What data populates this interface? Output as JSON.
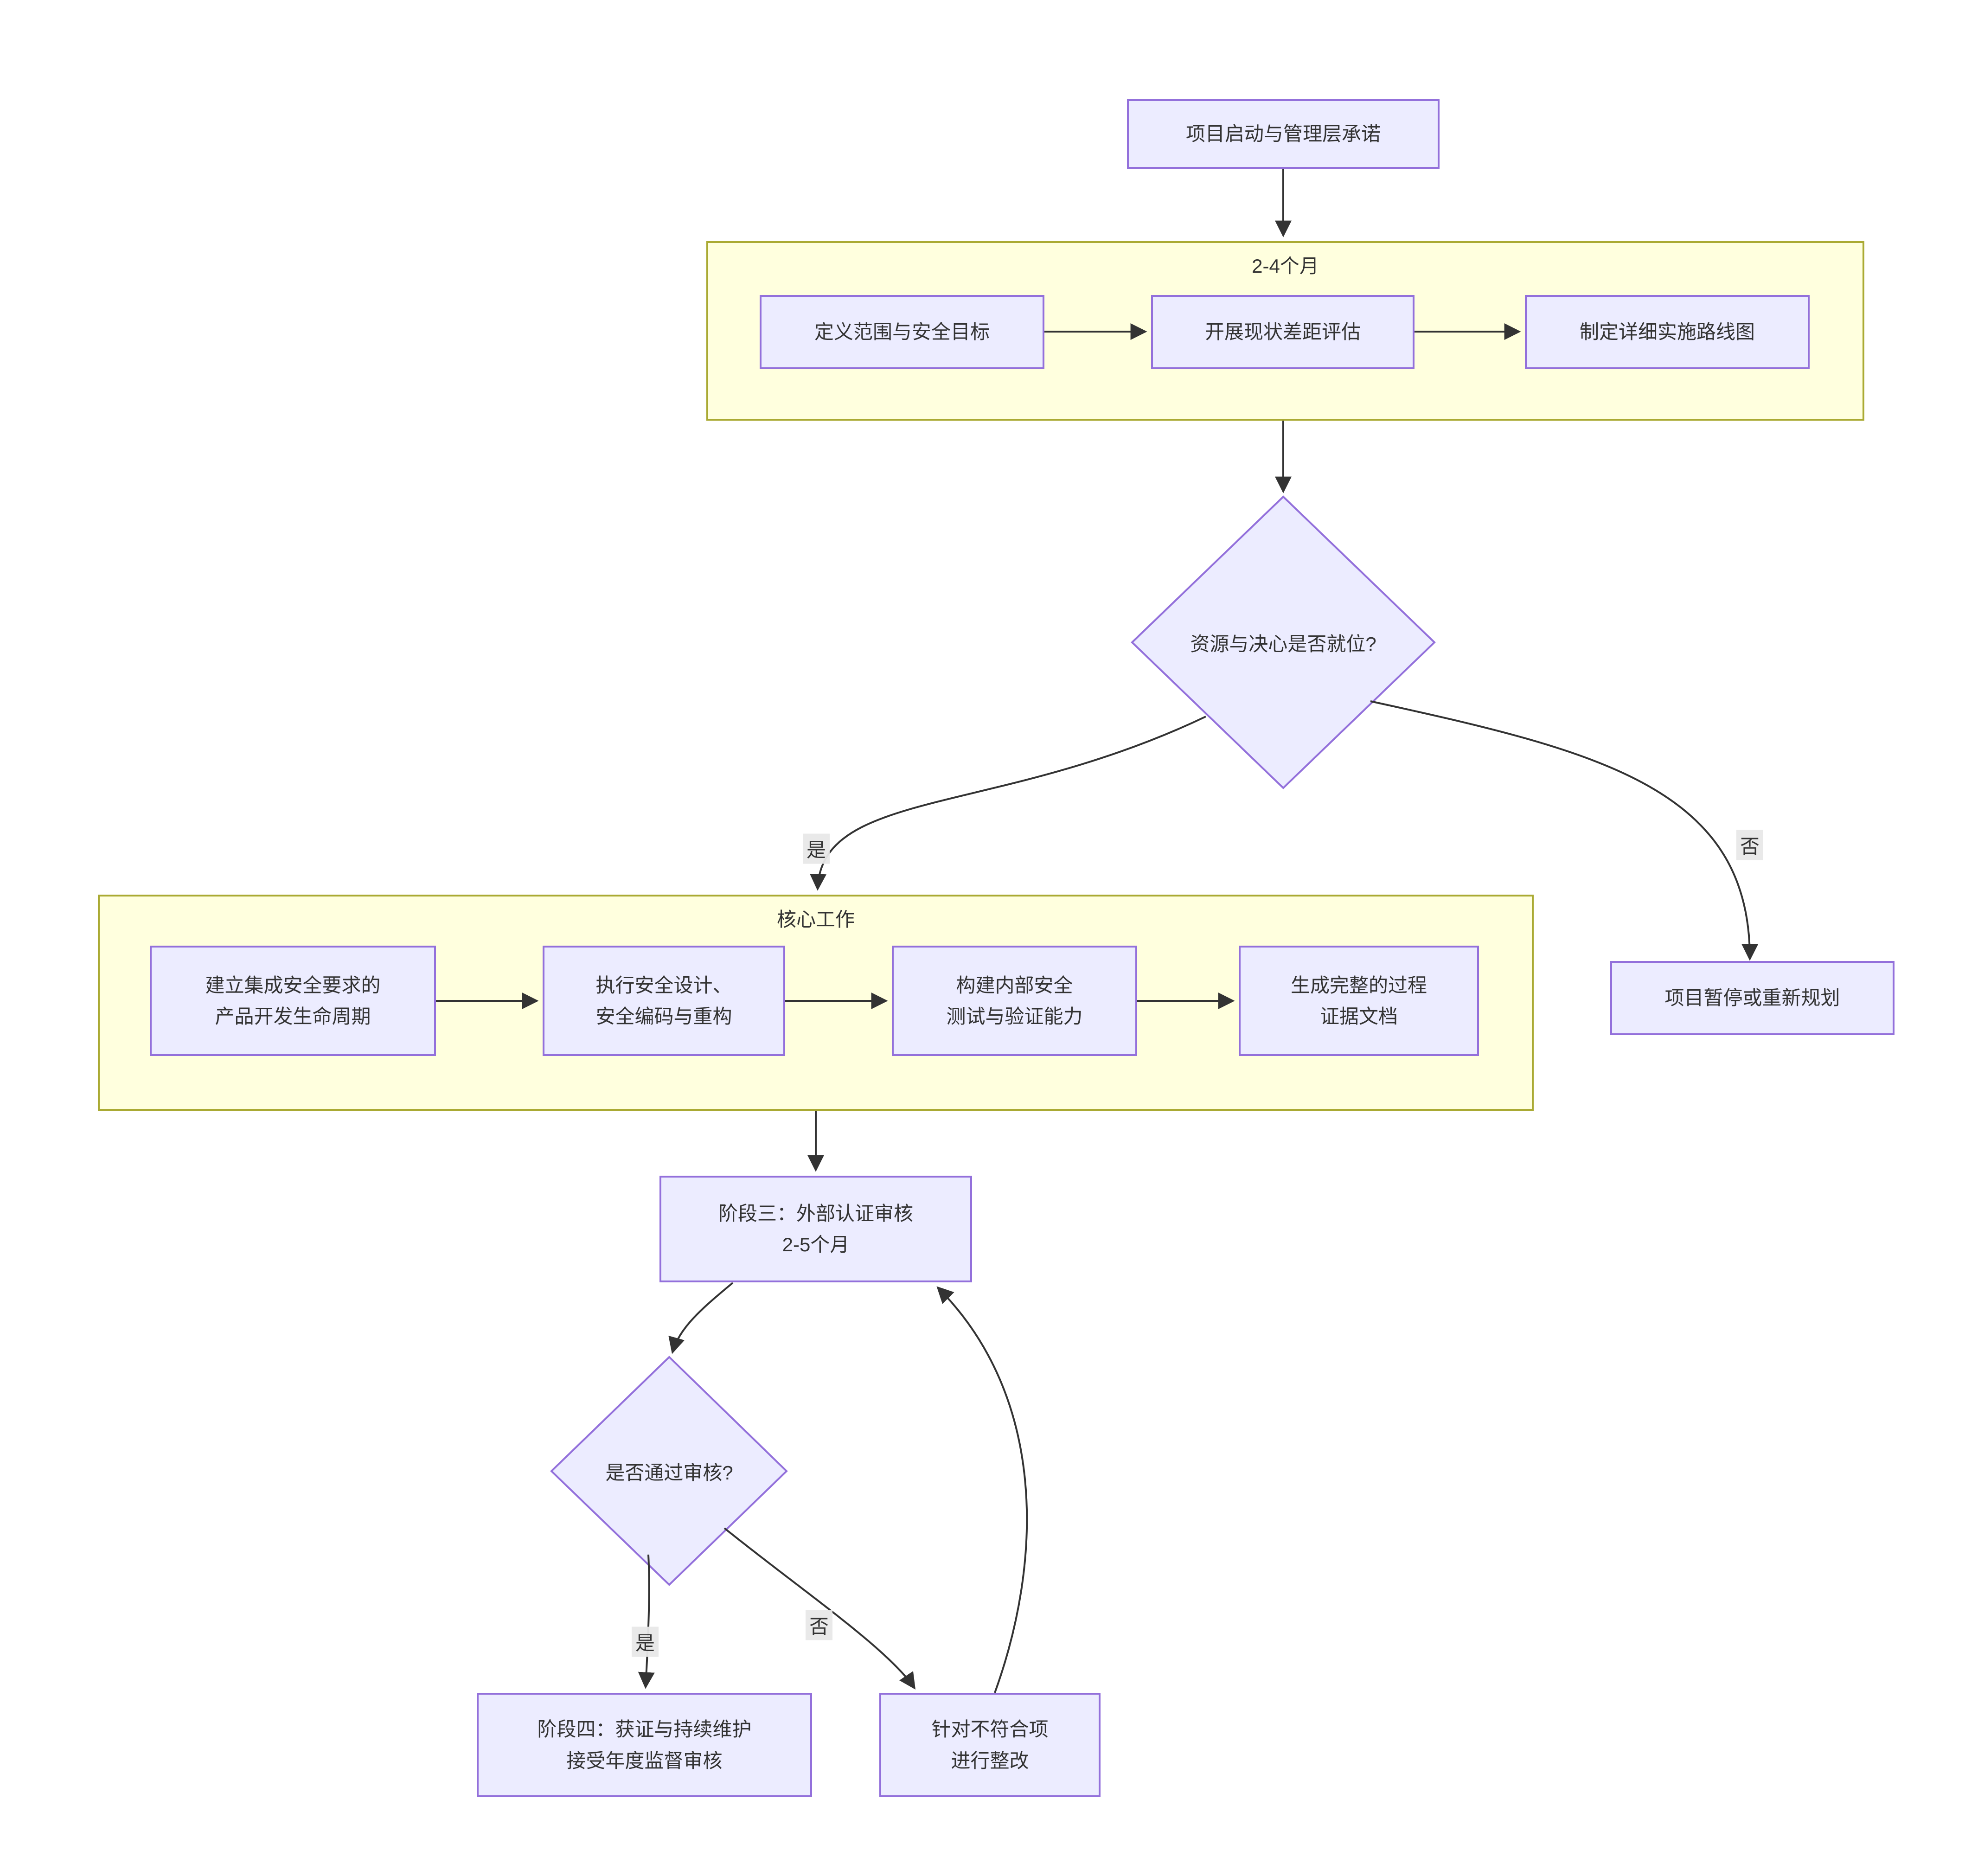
{
  "diagram": {
    "colors": {
      "node_fill": "#ECECFF",
      "node_border": "#9370DB",
      "subgraph_fill": "#FFFFDE",
      "subgraph_border": "#AAAA33",
      "edge_color": "#333333",
      "text_color": "#333333",
      "edge_label_bg": "#E8E8E8"
    },
    "nodes": {
      "start": "项目启动与管理层承诺",
      "decision1": "资源与决心是否就位?",
      "pause": "项目暂停或重新规划",
      "phase3": "阶段三：外部认证审核\n2-5个月",
      "decision2": "是否通过审核?",
      "phase4": "阶段四：获证与持续维护\n接受年度监督审核",
      "rework": "针对不符合项\n进行整改"
    },
    "subgraphs": {
      "phase1": {
        "label": "2-4个月",
        "steps": [
          "定义范围与安全目标",
          "开展现状差距评估",
          "制定详细实施路线图"
        ]
      },
      "phase2": {
        "label": "核心工作",
        "steps": [
          "建立集成安全要求的\n产品开发生命周期",
          "执行安全设计、\n安全编码与重构",
          "构建内部安全\n测试与验证能力",
          "生成完整的过程\n证据文档"
        ]
      }
    },
    "edge_labels": {
      "decision1_yes": "是",
      "decision1_no": "否",
      "decision2_yes": "是",
      "decision2_no": "否"
    }
  }
}
